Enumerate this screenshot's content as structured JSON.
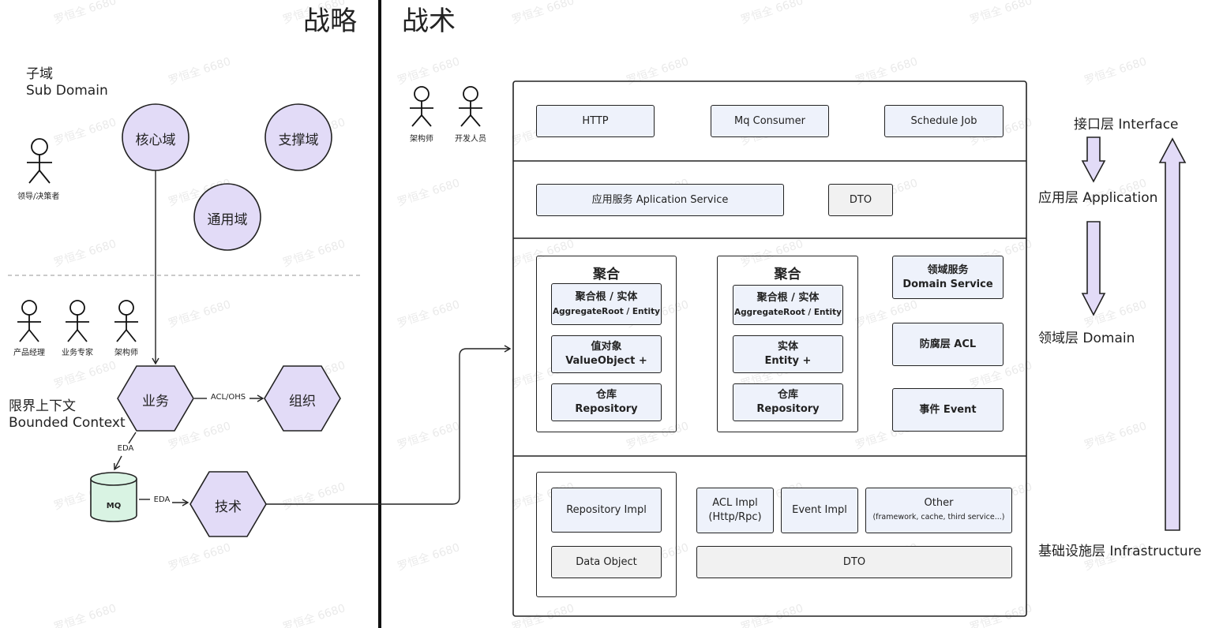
{
  "colors": {
    "node_fill": "#e2dbf7",
    "box_fill": "#eef2fb",
    "grey_fill": "#f1f1f1",
    "db_fill": "#d9f3e3",
    "line": "#222222"
  },
  "header": {
    "strategy": "战略",
    "tactics": "战术"
  },
  "strategy": {
    "subdomain": {
      "cn": "子域",
      "en": "Sub Domain"
    },
    "leader_label": "领导/决策者",
    "domains": {
      "core": "核心域",
      "support": "支撑域",
      "generic": "通用域"
    },
    "roles": [
      "产品经理",
      "业务专家",
      "架构师"
    ],
    "bounded_context": {
      "cn": "限界上下文",
      "en": "Bounded Context"
    },
    "contexts": {
      "business": "业务",
      "organization": "组织",
      "technology": "技术"
    },
    "edges": {
      "acl_ohs": "ACL/OHS",
      "eda_down": "EDA",
      "eda_right": "EDA"
    },
    "mq": "MQ"
  },
  "tactics": {
    "roles": [
      "架构师",
      "开发人员"
    ],
    "interface": {
      "http": "HTTP",
      "mq_consumer": "Mq Consumer",
      "schedule_job": "Schedule Job"
    },
    "application": {
      "service": "应用服务 Aplication Service",
      "dto": "DTO"
    },
    "domain": {
      "aggregate1": {
        "title": "聚合",
        "root_cn": "聚合根 / 实体",
        "root_en": "AggregateRoot / Entity",
        "vo_cn": "值对象",
        "vo_en": "ValueObject +",
        "repo_cn": "仓库",
        "repo_en": "Repository"
      },
      "aggregate2": {
        "title": "聚合",
        "root_cn": "聚合根 / 实体",
        "root_en": "AggregateRoot / Entity",
        "ent_cn": "实体",
        "ent_en": "Entity +",
        "repo_cn": "仓库",
        "repo_en": "Repository"
      },
      "service_cn": "领域服务",
      "service_en": "Domain Service",
      "acl": "防腐层 ACL",
      "event": "事件 Event"
    },
    "infrastructure": {
      "repo_impl": "Repository Impl",
      "data_object": "Data Object",
      "acl_impl_1": "ACL  Impl",
      "acl_impl_2": "(Http/Rpc)",
      "event_impl": "Event  Impl",
      "other": "Other",
      "other_detail": "(framework, cache, third service...)",
      "dto": "DTO"
    }
  },
  "layers": {
    "interface": "接口层 Interface",
    "application": "应用层 Application",
    "domain": "领域层 Domain",
    "infrastructure": "基础设施层 Infrastructure"
  },
  "watermark": "罗恒全 6680"
}
